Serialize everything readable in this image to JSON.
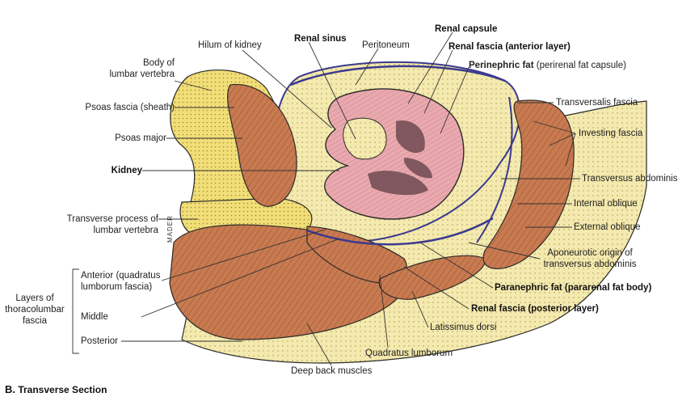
{
  "caption": {
    "letter": "B.",
    "text": "Transverse Section"
  },
  "artist_signature": "MADER",
  "labels": {
    "body_of_lumbar_vertebra": "Body of\nlumbar vertebra",
    "psoas_fascia": "Psoas fascia (sheath)",
    "psoas_major": "Psoas major",
    "kidney": "Kidney",
    "transverse_process": "Transverse process of\nlumbar vertebra",
    "hilum_of_kidney": "Hilum of kidney",
    "renal_sinus": "Renal sinus",
    "peritoneum": "Peritoneum",
    "renal_capsule": "Renal capsule",
    "renal_fascia_anterior": "Renal fascia (anterior layer)",
    "perinephric_fat": "Perinephric fat",
    "perinephric_fat_note": "(perirenal fat capsule)",
    "transversalis_fascia": "Transversalis fascia",
    "investing_fascia": "Investing fascia",
    "transversus_abdominis": "Transversus abdominis",
    "internal_oblique": "Internal oblique",
    "external_oblique": "External oblique",
    "aponeurotic_origin": "Aponeurotic origin of\ntransversus abdominis",
    "paranephric_fat": "Paranephric fat (pararenal fat body)",
    "renal_fascia_posterior": "Renal fascia (posterior layer)",
    "latissimus_dorsi": "Latissimus dorsi",
    "quadratus_lumborum": "Quadratus lumborum",
    "deep_back_muscles": "Deep back muscles",
    "layers_of_thoracolumbar_fascia": "Layers of\nthoracolumbar\nfascia",
    "anterior_layer": "Anterior (quadratus\nlumborum fascia)",
    "middle_layer": "Middle",
    "posterior_layer": "Posterior"
  },
  "colors": {
    "fat": "#f2e6a6",
    "bone": "#f0df7a",
    "muscle": "#c97a52",
    "muscle_dark": "#9e5535",
    "kidney": "#e8aab0",
    "medulla": "#6e4a52",
    "fascia": "#3b3a8f",
    "outline": "#2a2a2a"
  }
}
